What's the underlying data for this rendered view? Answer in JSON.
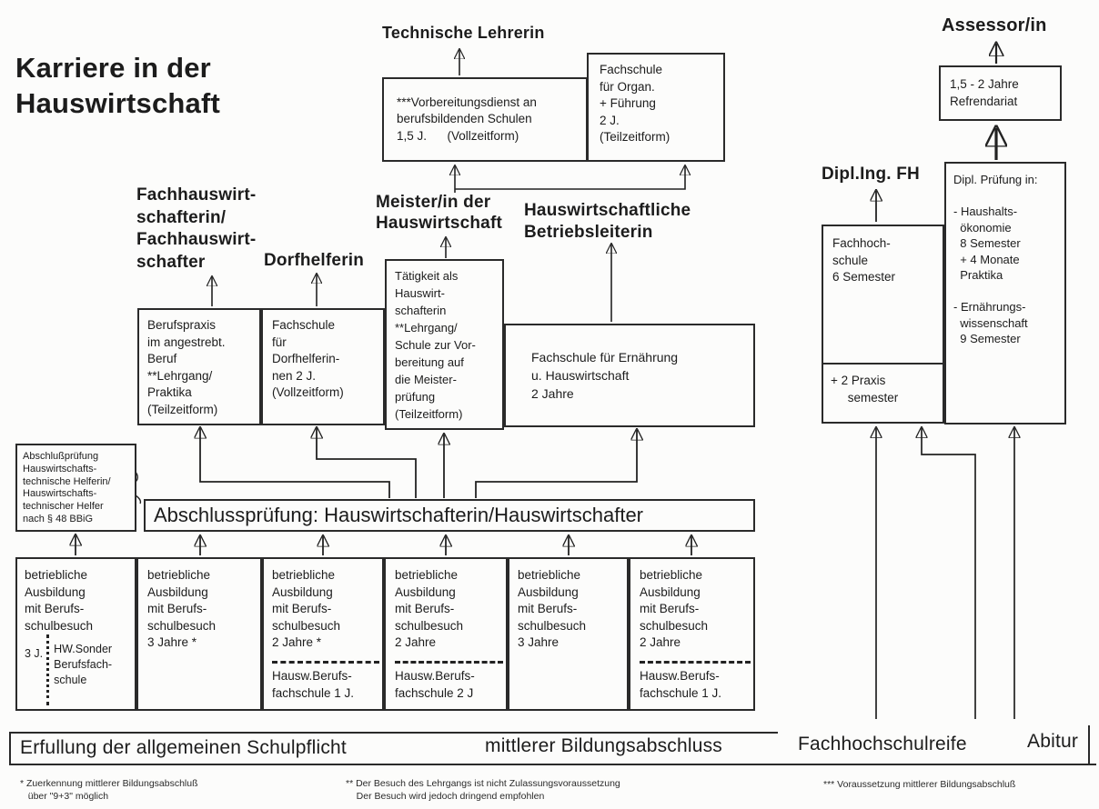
{
  "title": "Karriere in der\nHauswirtschaft",
  "headings": {
    "technische_lehrerin": "Technische Lehrerin",
    "assessor": "Assessor/in",
    "dipl_ing_fh": "Dipl.Ing. FH",
    "fachhauswirtschafter": "Fachhauswirt-\nschafterin/\nFachhauswirt-\nschafter",
    "dorfhelferin": "Dorfhelferin",
    "meister": "Meister/in der\nHauswirtschaft",
    "betriebsleiterin": "Hauswirtschaftliche\nBetriebsleiterin"
  },
  "boxes": {
    "vorbereitungsdienst": "***Vorbereitungsdienst an\nberufsbildenden Schulen\n1,5 J.      (Vollzeitform)",
    "fachschule_organisation": "Fachschule\nfür Organ.\n+ Führung\n2 J.\n(Teilzeitform)",
    "referendariat": "1,5 - 2 Jahre\nRefrendariat",
    "dipl_pruefung": "Dipl. Prüfung in:\n\n- Haushalts-\n  ökonomie\n  8 Semester\n  + 4 Monate\n  Praktika\n\n- Ernährungs-\n  wissenschaft\n  9 Semester",
    "fachhochschule": "Fachhoch-\nschule\n6 Semester",
    "praxissemester": "+ 2 Praxis\n     semester",
    "berufspraxis": "Berufspraxis\nim angestrebt.\nBeruf\n**Lehrgang/\nPraktika\n(Teilzeitform)",
    "fachschule_dorfhelferinnen": "Fachschule\nfür\nDorfhelferin-\nnen 2 J.\n(Vollzeitform)",
    "taetigkeit_meisterpruefung": "Tätigkeit als\nHauswirt-\nschafterin\n**Lehrgang/\nSchule zur Vor-\nbereitung auf\ndie Meister-\nprüfung\n(Teilzeitform)",
    "fachschule_ernaehrung": "Fachschule für Ernährung\nu. Hauswirtschaft\n2 Jahre",
    "abschlusspruefung_helferin": "Abschlußprüfung\nHauswirtschafts-\ntechnische Helferin/\nHauswirtschafts-\ntechnischer Helfer\nnach § 48 BBiG",
    "abschlusspruefung_bar": "Abschlussprüfung: Hauswirtschafterin/Hauswirtschafter"
  },
  "ausbildung_row": [
    {
      "top": "betriebliche\nAusbildung\nmit Berufs-\nschulbesuch",
      "left_note": "3 J.",
      "right_note": "HW.Sonder\nBerufsfach-\nschule"
    },
    {
      "top": "betriebliche\nAusbildung\nmit Berufs-\nschulbesuch\n3 Jahre *"
    },
    {
      "top": "betriebliche\nAusbildung\nmit Berufs-\nschulbesuch\n2 Jahre *",
      "bottom": "Hausw.Berufs-\nfachschule 1 J."
    },
    {
      "top": "betriebliche\nAusbildung\nmit Berufs-\nschulbesuch\n2 Jahre",
      "bottom": "Hausw.Berufs-\nfachschule 2 J"
    },
    {
      "top": "betriebliche\nAusbildung\nmit Berufs-\nschulbesuch\n3 Jahre"
    },
    {
      "top": "betriebliche\nAusbildung\nmit Berufs-\nschulbesuch\n2 Jahre",
      "bottom": "Hausw.Berufs-\nfachschule 1 J."
    }
  ],
  "base_levels": {
    "schulpflicht": "Erfullung der allgemeinen Schulpflicht",
    "mittlerer": "mittlerer Bildungsabschluss",
    "fachhochschulreife": "Fachhochschulreife",
    "abitur": "Abitur"
  },
  "footnotes": [
    "* Zuerkennung mittlerer Bildungsabschluß\n   über \"9+3\" möglich",
    "** Der Besuch des Lehrgangs ist nicht Zulassungsvoraussetzung\n    Der Besuch wird jedoch dringend empfohlen",
    "*** Voraussetzung mittlerer Bildungsabschluß"
  ],
  "colors": {
    "ink": "#222222",
    "paper": "#fcfcfb"
  }
}
